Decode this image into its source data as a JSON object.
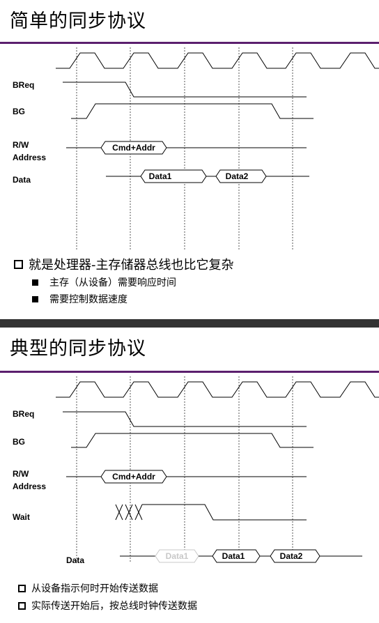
{
  "slide1": {
    "title": "简单的同步协议",
    "signals": {
      "breq": "BReq",
      "bg": "BG",
      "rw": "R/W",
      "address": "Address",
      "data": "Data"
    },
    "labels": {
      "cmd": "Cmd+Addr",
      "data1": "Data1",
      "data2": "Data2"
    },
    "bullet": "就是处理器-主存储器总线也比它复杂",
    "subbullets": [
      "主存（从设备）需要响应时间",
      "需要控制数据速度"
    ]
  },
  "slide2": {
    "title": "典型的同步协议",
    "signals": {
      "breq": "BReq",
      "bg": "BG",
      "rw": "R/W",
      "address": "Address",
      "wait": "Wait",
      "data": "Data"
    },
    "labels": {
      "cmd": "Cmd+Addr",
      "ghost": "Data1",
      "data1": "Data1",
      "data2": "Data2"
    },
    "bullets": [
      "从设备指示何时开始传送数据",
      "实际传送开始后，按总线时钟传送数据"
    ]
  },
  "colors": {
    "accent_rule": "#5b1f6e",
    "separator": "#333333",
    "ghost_text": "#c8c8c8"
  }
}
